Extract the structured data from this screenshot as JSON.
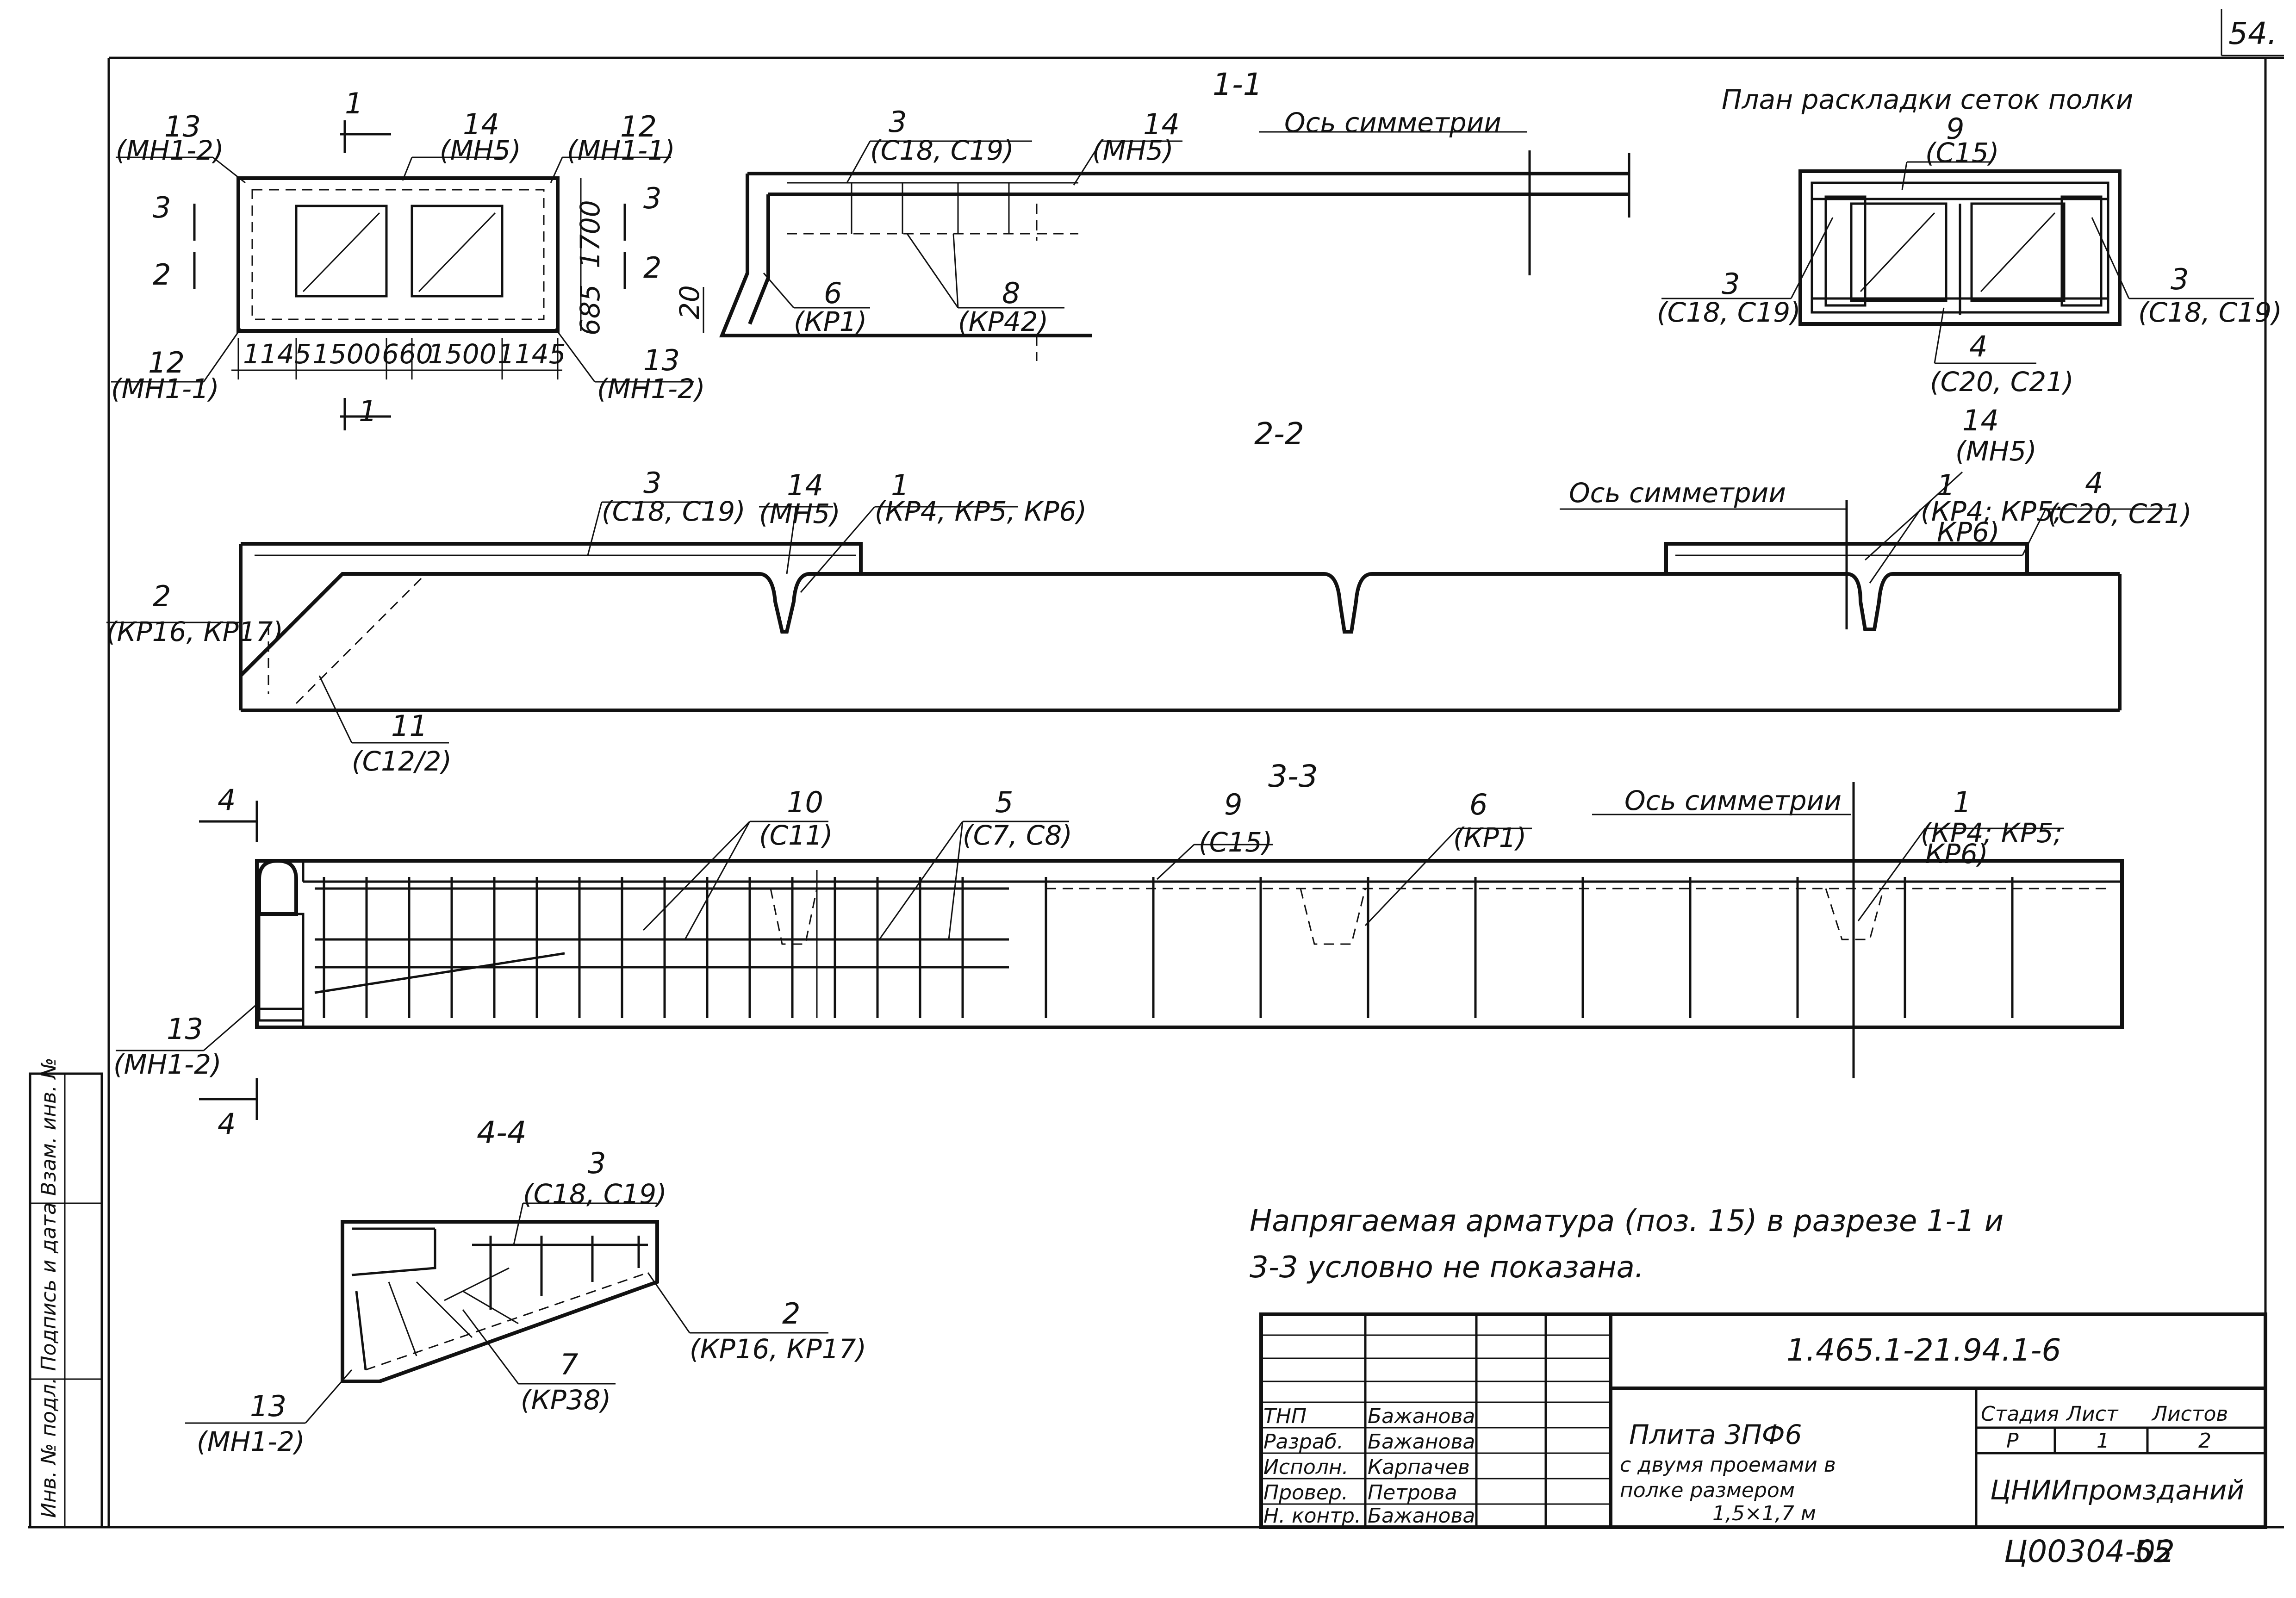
{
  "sheet": {
    "page_number": "54.",
    "drawing_code": "1.465.1-21.94.1-6",
    "bottom_stamp": "Ц00304-02",
    "bottom_page": "55",
    "side_label": "Инв. № подл. Подпись и дата Взам. инв. №"
  },
  "plan": {
    "title": "План раскладки сеток полки",
    "top_mark": "9",
    "top_label": "(С15)",
    "left_mark": "3",
    "left_label": "(С18, С19)",
    "right_mark": "3",
    "right_label": "(С18, С19)",
    "bottom_mark": "4",
    "bottom_label": "(С20, С21)"
  },
  "elevation": {
    "cut_marks": [
      "1",
      "1",
      "2",
      "2",
      "3",
      "3"
    ],
    "labels": [
      {
        "mark": "13",
        "label": "(МН1-2)"
      },
      {
        "mark": "14",
        "label": "(МН5)"
      },
      {
        "mark": "12",
        "label": "(МН1-1)"
      },
      {
        "mark": "12",
        "label": "(МН1-1)"
      },
      {
        "mark": "13",
        "label": "(МН1-2)"
      }
    ],
    "dims_horizontal": [
      "1145",
      "1500",
      "660",
      "1500",
      "1145"
    ],
    "dims_vertical": [
      "1700",
      "685"
    ]
  },
  "section_1_1": {
    "title": "1-1",
    "axis_label": "Ось симметрии",
    "labels": [
      {
        "mark": "3",
        "label": "(С18, С19)"
      },
      {
        "mark": "14",
        "label": "(МН5)"
      },
      {
        "mark": "6",
        "label": "(КР1)"
      },
      {
        "mark": "8",
        "label": "(КР42)"
      }
    ],
    "dim": "20"
  },
  "section_2_2": {
    "title": "2-2",
    "axis_label": "Ось симметрии",
    "labels": [
      {
        "mark": "3",
        "label": "(С18, С19)"
      },
      {
        "mark": "14",
        "label": "(МН5)"
      },
      {
        "mark": "1",
        "label": "(КР4, КР5, КР6)"
      },
      {
        "mark": "2",
        "label": "(КР16, КР17)"
      },
      {
        "mark": "11",
        "label": "(С12/2)"
      },
      {
        "mark": "14",
        "label": "(МН5)"
      },
      {
        "mark": "1",
        "label": "(КР4; КР5;"
      },
      {
        "mark": "",
        "label": "КР6)"
      },
      {
        "mark": "4",
        "label": "(С20, С21)"
      }
    ]
  },
  "section_3_3": {
    "title": "3-3",
    "axis_label": "Ось симметрии",
    "cut_marks": [
      "4",
      "4"
    ],
    "labels": [
      {
        "mark": "10",
        "label": "(С11)"
      },
      {
        "mark": "5",
        "label": "(С7, С8)"
      },
      {
        "mark": "9",
        "label": "(С15)"
      },
      {
        "mark": "6",
        "label": "(КР1)"
      },
      {
        "mark": "1",
        "label": "(КР4; КР5;"
      },
      {
        "mark": "",
        "label": "КР6)"
      },
      {
        "mark": "13",
        "label": "(МН1-2)"
      }
    ]
  },
  "section_4_4": {
    "title": "4-4",
    "labels": [
      {
        "mark": "3",
        "label": "(С18, С19)"
      },
      {
        "mark": "2",
        "label": "(КР16, КР17)"
      },
      {
        "mark": "7",
        "label": "(КР38)"
      },
      {
        "mark": "13",
        "label": "(МН1-2)"
      }
    ]
  },
  "note": {
    "line1": "Напрягаемая арматура (поз. 15) в разрезе 1-1 и",
    "line2": "3-3 условно не показана."
  },
  "title_block": {
    "roles": [
      "ТНП",
      "Разраб.",
      "Исполн.",
      "Провер.",
      "Н. контр."
    ],
    "names": [
      "Бажанова",
      "Бажанова",
      "Карпачев",
      "Петрова",
      "Бажанова"
    ],
    "product_title_1": "Плита 3ПФ6",
    "product_title_2": "с двумя проемами в",
    "product_title_3": "полке размером",
    "product_title_4": "1,5×1,7 м",
    "stage_header": "Стадия",
    "sheet_header": "Лист",
    "sheets_header": "Листов",
    "stage": "Р",
    "sheet": "1",
    "sheets": "2",
    "organization": "ЦНИИпромзданий"
  }
}
